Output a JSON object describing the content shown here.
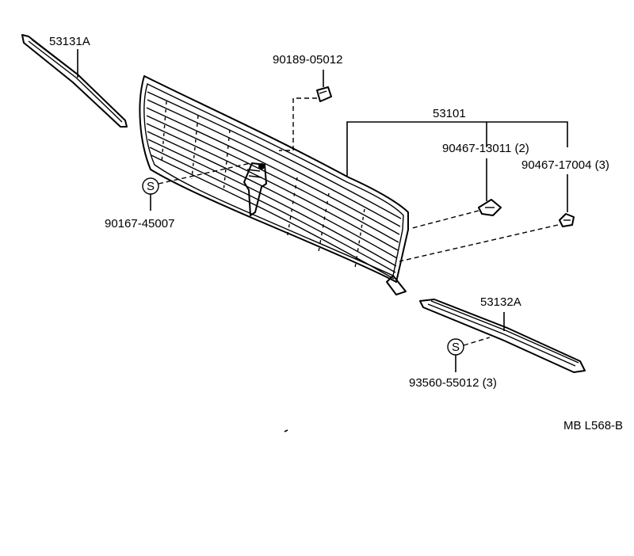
{
  "labels": {
    "p53131a": "53131A",
    "p90189": "90189-05012",
    "p53101": "53101",
    "p90467_13011": "90467-13011 (2)",
    "p90467_17004": "90467-17004 (3)",
    "p90167": "90167-45007",
    "p53132a": "53132A",
    "p93560": "93560-55012 (3)",
    "diagram_code": "MB L568-B"
  },
  "symbols": {
    "screw_mark": "S"
  }
}
